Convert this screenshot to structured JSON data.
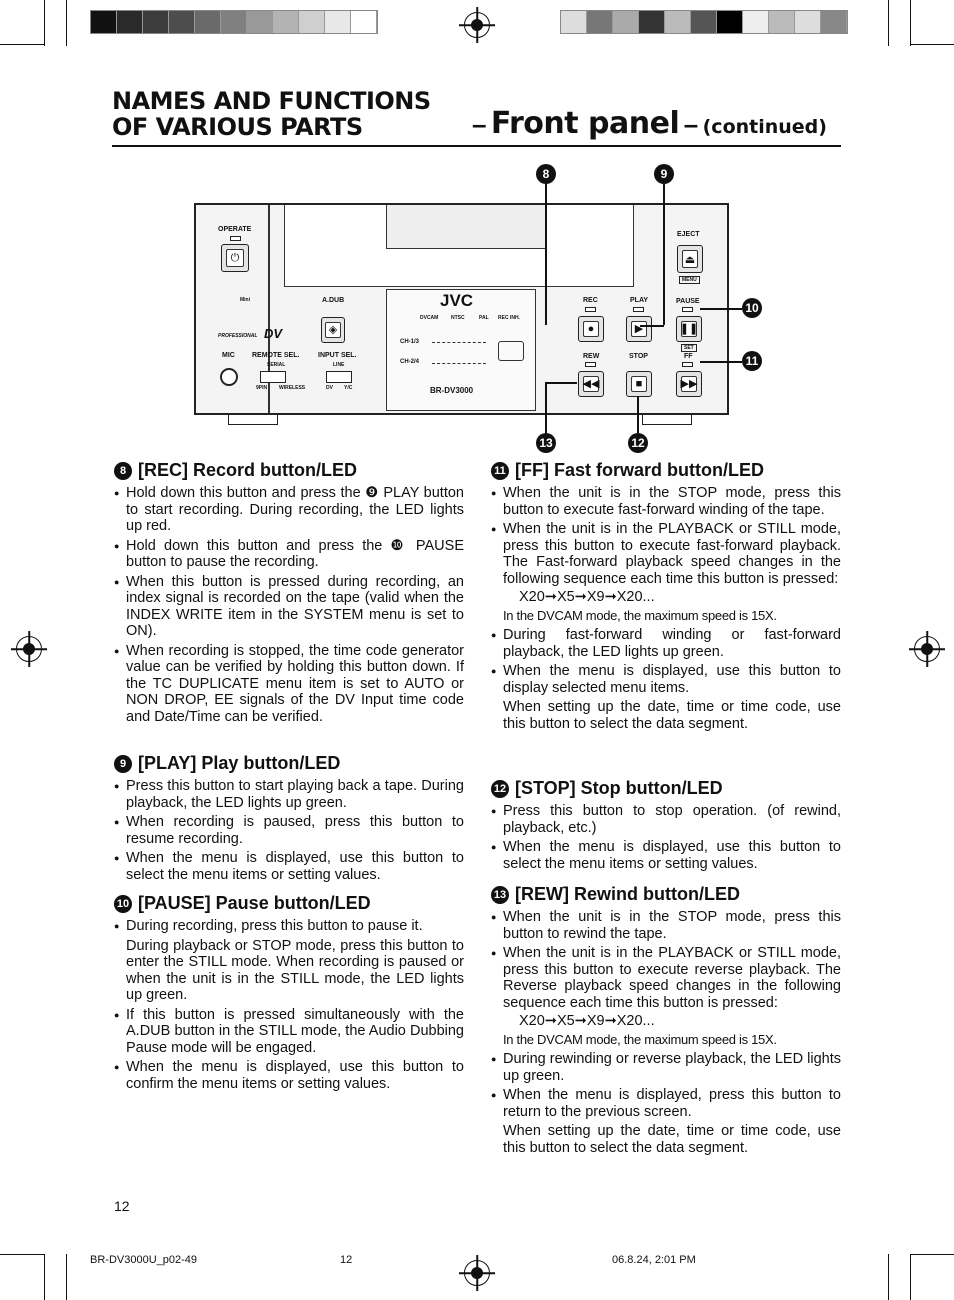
{
  "header": {
    "title_line1": "NAMES AND FUNCTIONS",
    "title_line2": "OF VARIOUS PARTS",
    "dash": "–",
    "section": "Front panel",
    "continued": "(continued)"
  },
  "colors": {
    "ink": "#111111",
    "panel": "#f4f4f4"
  },
  "device": {
    "operate": "OPERATE",
    "eject": "EJECT",
    "menu": "MENU",
    "adub": "A.DUB",
    "mini": "Mini",
    "professional": "PROFESSIONAL",
    "mic": "MIC",
    "remote_sel": "REMOTE SEL.",
    "serial": "SERIAL",
    "ninepin": "9PIN",
    "wireless": "WIRELESS",
    "input_sel": "INPUT SEL.",
    "line": "LINE",
    "dv": "DV",
    "yc": "Y/C",
    "brand": "JVC",
    "model": "BR-DV3000",
    "dvcam": "DVCAM",
    "ntsc": "NTSC",
    "pal": "PAL",
    "rec_inh": "REC INH.",
    "ch13": "CH-1/3",
    "ch24": "CH-2/4",
    "rec": "REC",
    "play": "PLAY",
    "pause": "PAUSE",
    "set": "SET",
    "rew": "REW",
    "stop": "STOP",
    "ff": "FF"
  },
  "callouts": {
    "c8": "8",
    "c9": "9",
    "c10": "10",
    "c11": "11",
    "c12": "12",
    "c13": "13"
  },
  "sections": {
    "rec": {
      "num": "8",
      "title": "[REC] Record button/LED",
      "items": [
        "Hold down this button and press the ❾ PLAY button to start recording. During recording, the LED lights up red.",
        "Hold down this button and press the ❿ PAUSE button to pause the recording.",
        "When this button is pressed during recording, an index signal is recorded on the tape (valid when the INDEX WRITE item in the SYSTEM menu is set to ON).",
        "When recording is stopped, the time code generator value can be verified by holding this button down. If the TC DUPLICATE menu item is set to AUTO or NON DROP, EE signals of the DV Input time code and Date/Time can be verified."
      ]
    },
    "play": {
      "num": "9",
      "title": "[PLAY] Play button/LED",
      "items": [
        "Press this button to start playing back a tape. During playback, the LED lights up green.",
        "When recording is paused, press this button to resume recording.",
        "When the menu is displayed, use this button to select the menu items or setting values."
      ]
    },
    "pause": {
      "num": "10",
      "title": "[PAUSE] Pause button/LED",
      "item1": "During recording, press this button to pause it.",
      "item1b": "During playback or STOP mode, press this button to enter the STILL mode. When recording is paused or when the unit is in the STILL mode, the LED lights up green.",
      "item2": "If this button is pressed simultaneously with the A.DUB button in the STILL mode, the Audio Dubbing Pause mode will be engaged.",
      "item3": "When the menu is displayed, use this button to confirm the menu items or setting values."
    },
    "ff": {
      "num": "11",
      "title": "[FF] Fast forward button/LED",
      "item1": "When the unit is in the STOP mode, press this button to execute fast-forward winding of the tape.",
      "item2": "When the unit is in the PLAYBACK or STILL mode, press this button to execute fast-forward playback. The Fast-forward playback speed changes in the following sequence each time this button is pressed:",
      "seq": "X20➞X5➞X9➞X20...",
      "note": "In the DVCAM mode, the maximum speed is 15X.",
      "item3": "During fast-forward winding or fast-forward playback, the LED lights up green.",
      "item4": "When the menu is displayed, use this button to display selected menu items.",
      "item4b": "When setting up the date, time or time code, use this button to select the data segment."
    },
    "stop": {
      "num": "12",
      "title": "[STOP] Stop button/LED",
      "items": [
        "Press this button to stop operation. (of rewind, playback, etc.)",
        "When the menu is displayed, use this button to select the menu items or setting values."
      ]
    },
    "rew": {
      "num": "13",
      "title": "[REW] Rewind button/LED",
      "item1": "When the unit is in the STOP mode, press this button to rewind the tape.",
      "item2": "When the unit is in the PLAYBACK or STILL mode, press this button to execute reverse playback. The Reverse playback speed changes in the following sequence each time this button is pressed:",
      "seq": "X20➞X5➞X9➞X20...",
      "note": "In the DVCAM mode, the maximum speed is 15X.",
      "item3": "During rewinding or reverse playback, the LED lights up green.",
      "item4": "When the menu is displayed, press this button to return to the previous screen.",
      "item4b": "When setting up the date, time or time code, use this button to select the data segment."
    }
  },
  "footer": {
    "page": "12",
    "file": "BR-DV3000U_p02-49",
    "center_page": "12",
    "date": "06.8.24, 2:01 PM"
  }
}
